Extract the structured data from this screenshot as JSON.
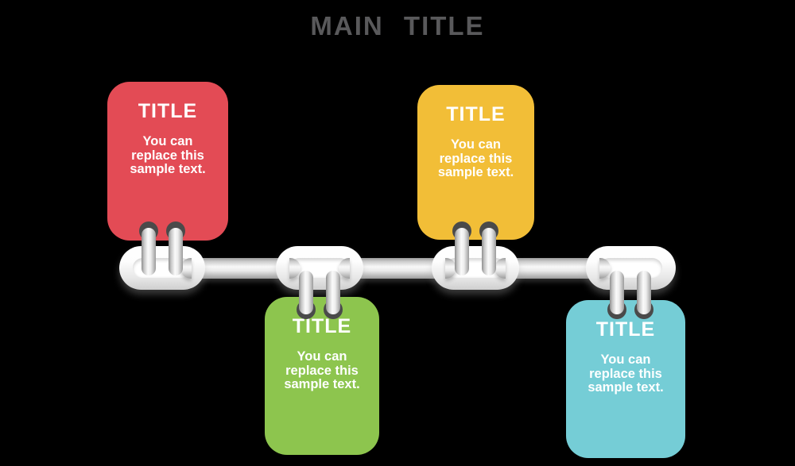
{
  "background_color": "#000000",
  "main_title": {
    "text": "MAIN TITLE",
    "color": "#59595B"
  },
  "chain": {
    "pill_light": "#FFFFFF",
    "pill_dark": "#CFCFCF",
    "bar_light": "#F8F8F8",
    "bar_dark": "#9A9A9A",
    "hole_color": "#FFFFFF",
    "ring_cap_color": "#4A4A4A"
  },
  "text_color": "#FFFFFF",
  "items": [
    {
      "id": 1,
      "position": "top",
      "card_color": "#E34B55",
      "title": "TITLE",
      "body_lines": [
        "You can",
        "replace this",
        "sample text."
      ]
    },
    {
      "id": 2,
      "position": "bottom",
      "card_color": "#8DC54E",
      "title": "TITLE",
      "body_lines": [
        "You can",
        "replace this",
        "sample text."
      ]
    },
    {
      "id": 3,
      "position": "top",
      "card_color": "#F2BE37",
      "title": "TITLE",
      "body_lines": [
        "You can",
        "replace this",
        "sample text."
      ]
    },
    {
      "id": 4,
      "position": "bottom",
      "card_color": "#75CDD6",
      "title": "TITLE",
      "body_lines": [
        "You can",
        "replace this",
        "sample text."
      ]
    }
  ]
}
